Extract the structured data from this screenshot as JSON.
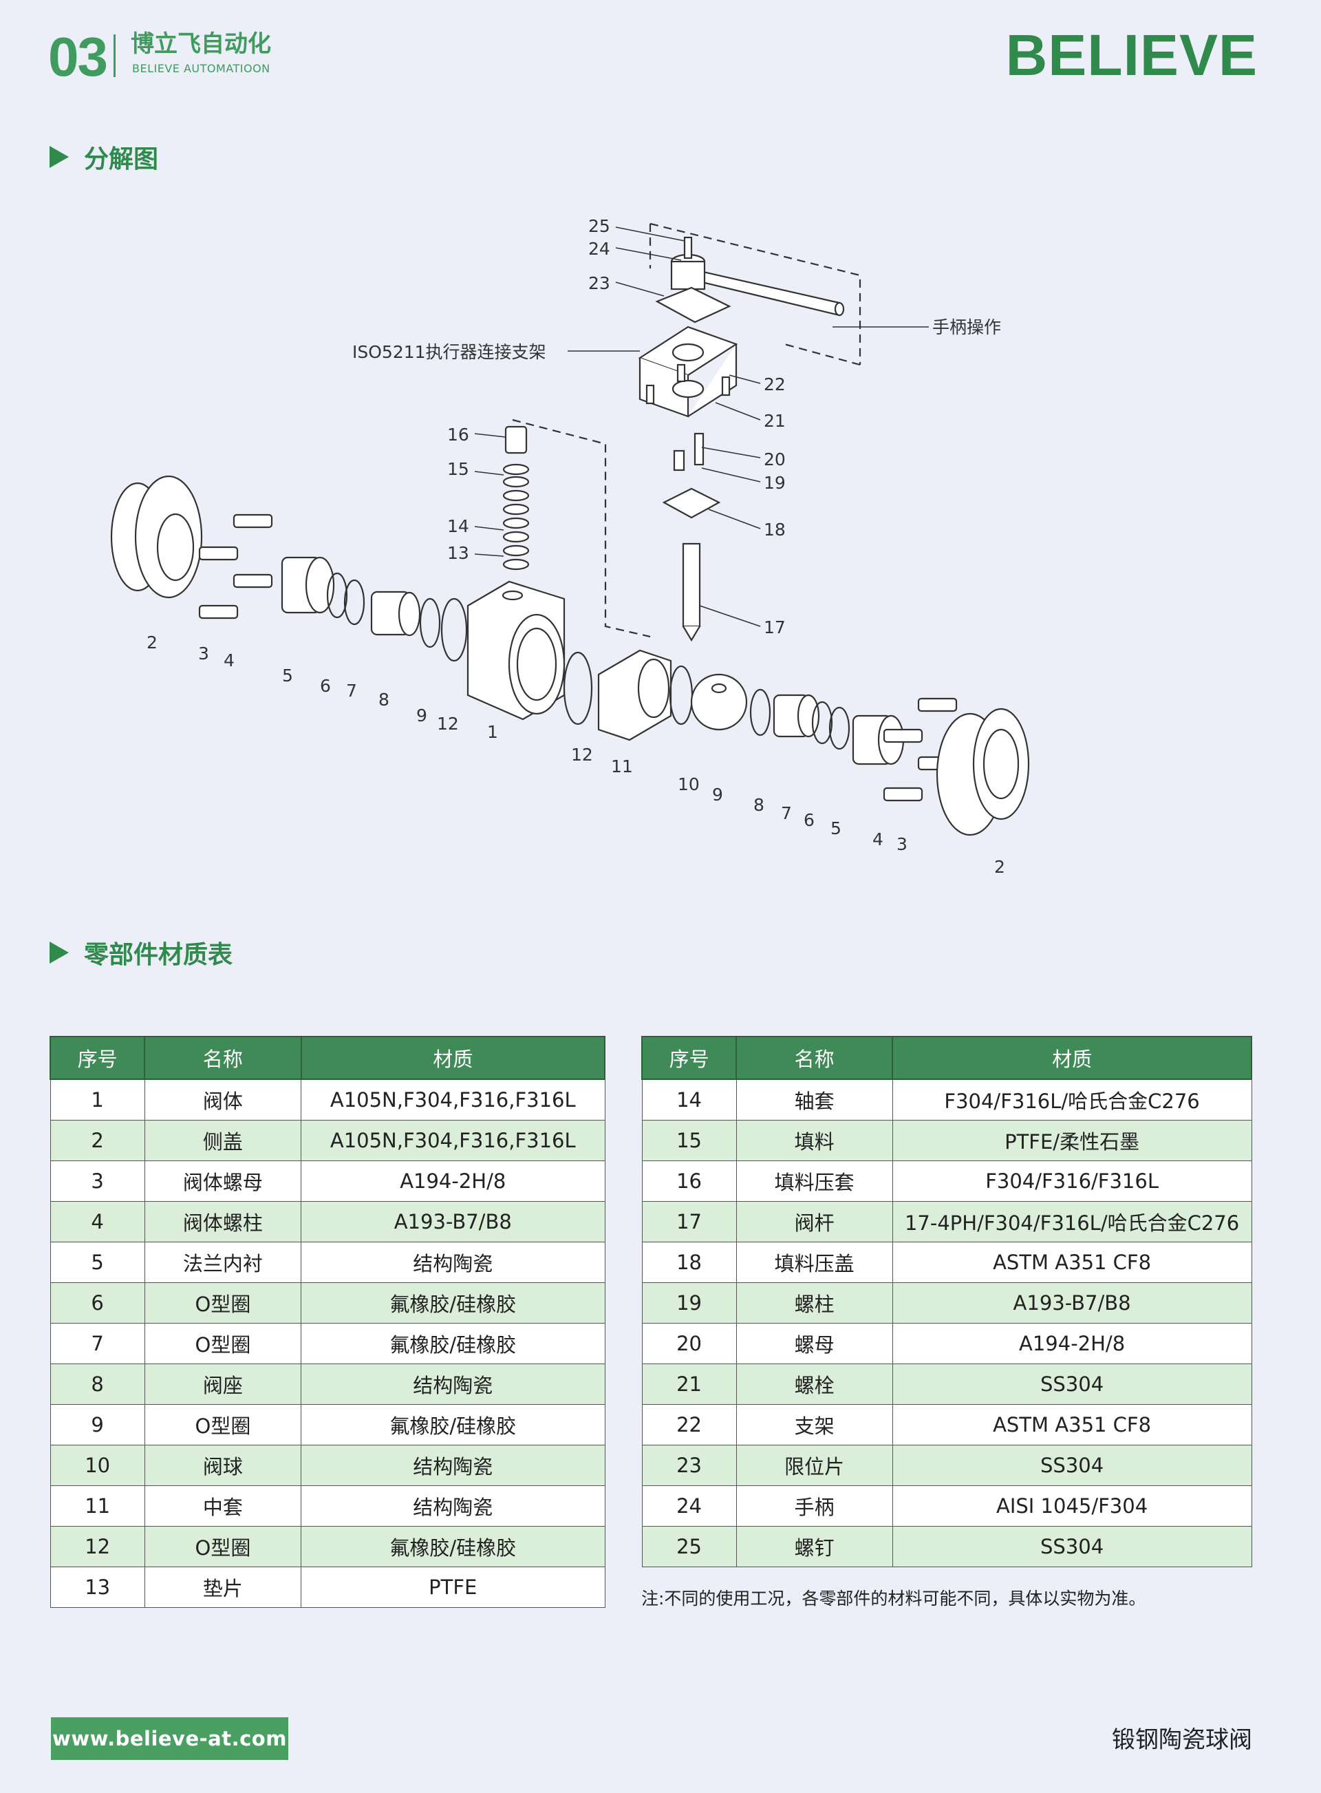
{
  "header": {
    "page_number": "03",
    "company_cn": "博立飞自动化",
    "company_en": "BELIEVE AUTOMATIOON",
    "brand": "BELIEVE"
  },
  "sections": {
    "exploded_title": "分解图",
    "materials_title": "零部件材质表"
  },
  "diagram": {
    "callouts": [
      "25",
      "24",
      "23",
      "22",
      "21",
      "20",
      "19",
      "18",
      "17",
      "16",
      "15",
      "14",
      "13",
      "12",
      "11",
      "10",
      "9",
      "8",
      "7",
      "6",
      "5",
      "4",
      "3",
      "2",
      "1"
    ],
    "label_actuator_bracket": "ISO5211执行器连接支架",
    "label_handle": "手柄操作"
  },
  "table_headers": {
    "no": "序号",
    "name": "名称",
    "material": "材质"
  },
  "table_left": [
    {
      "no": "1",
      "name": "阀体",
      "material": "A105N,F304,F316,F316L"
    },
    {
      "no": "2",
      "name": "侧盖",
      "material": "A105N,F304,F316,F316L"
    },
    {
      "no": "3",
      "name": "阀体螺母",
      "material": "A194-2H/8"
    },
    {
      "no": "4",
      "name": "阀体螺柱",
      "material": "A193-B7/B8"
    },
    {
      "no": "5",
      "name": "法兰内衬",
      "material": "结构陶瓷"
    },
    {
      "no": "6",
      "name": "O型圈",
      "material": "氟橡胶/硅橡胶"
    },
    {
      "no": "7",
      "name": "O型圈",
      "material": "氟橡胶/硅橡胶"
    },
    {
      "no": "8",
      "name": "阀座",
      "material": "结构陶瓷"
    },
    {
      "no": "9",
      "name": "O型圈",
      "material": "氟橡胶/硅橡胶"
    },
    {
      "no": "10",
      "name": "阀球",
      "material": "结构陶瓷"
    },
    {
      "no": "11",
      "name": "中套",
      "material": "结构陶瓷"
    },
    {
      "no": "12",
      "name": "O型圈",
      "material": "氟橡胶/硅橡胶"
    },
    {
      "no": "13",
      "name": "垫片",
      "material": "PTFE"
    }
  ],
  "table_right": [
    {
      "no": "14",
      "name": "轴套",
      "material": "F304/F316L/哈氏合金C276"
    },
    {
      "no": "15",
      "name": "填料",
      "material": "PTFE/柔性石墨"
    },
    {
      "no": "16",
      "name": "填料压套",
      "material": "F304/F316/F316L"
    },
    {
      "no": "17",
      "name": "阀杆",
      "material": "17-4PH/F304/F316L/哈氏合金C276"
    },
    {
      "no": "18",
      "name": "填料压盖",
      "material": "ASTM A351 CF8"
    },
    {
      "no": "19",
      "name": "螺柱",
      "material": "A193-B7/B8"
    },
    {
      "no": "20",
      "name": "螺母",
      "material": "A194-2H/8"
    },
    {
      "no": "21",
      "name": "螺栓",
      "material": "SS304"
    },
    {
      "no": "22",
      "name": "支架",
      "material": "ASTM A351 CF8"
    },
    {
      "no": "23",
      "name": "限位片",
      "material": "SS304"
    },
    {
      "no": "24",
      "name": "手柄",
      "material": "AISI 1045/F304"
    },
    {
      "no": "25",
      "name": "螺钉",
      "material": "SS304"
    }
  ],
  "note": "注:不同的使用工况，各零部件的材料可能不同，具体以实物为准。",
  "footer": {
    "url": "www.believe-at.com",
    "product": "锻钢陶瓷球阀"
  }
}
